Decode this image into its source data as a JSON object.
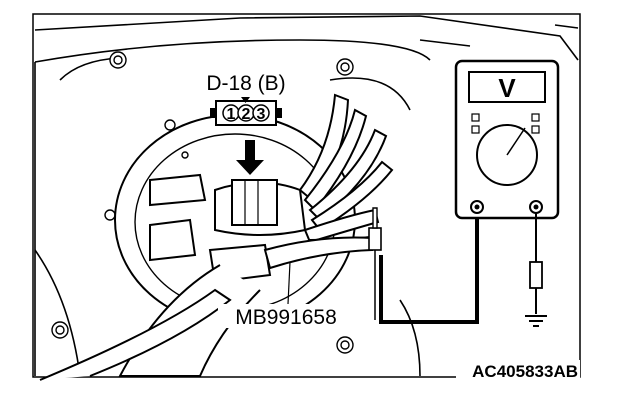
{
  "diagram": {
    "connector_label": "D-18 (B)",
    "pin_labels": [
      "1",
      "2",
      "3"
    ],
    "tool_label": "MB991658",
    "figure_code": "AC405833AB",
    "meter_display": "V"
  }
}
